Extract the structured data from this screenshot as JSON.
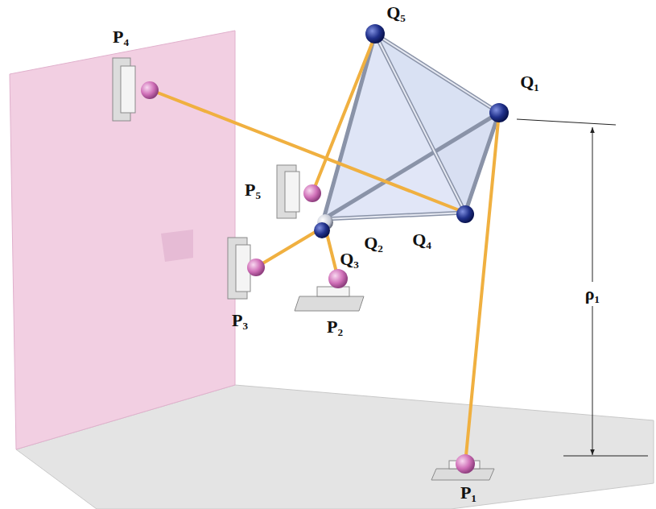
{
  "diagram": {
    "labels": [
      "P₄",
      "Q₅",
      "Q₁",
      "P₅",
      "Q₂",
      "Q₃",
      "Q₄",
      "P₃",
      "P₂",
      "ρ₁",
      "P₁"
    ]
  }
}
